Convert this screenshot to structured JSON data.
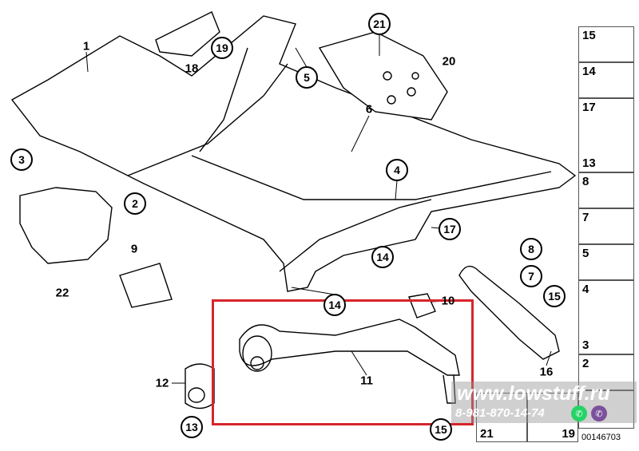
{
  "diagram_id": "00146703",
  "callouts_circled": [
    {
      "n": "21"
    },
    {
      "n": "19"
    },
    {
      "n": "5"
    },
    {
      "n": "3"
    },
    {
      "n": "2"
    },
    {
      "n": "4"
    },
    {
      "n": "17"
    },
    {
      "n": "14"
    },
    {
      "n": "8"
    },
    {
      "n": "7"
    },
    {
      "n": "15"
    },
    {
      "n": "14"
    },
    {
      "n": "13"
    },
    {
      "n": "15"
    }
  ],
  "callouts_plain": [
    {
      "n": "1"
    },
    {
      "n": "18"
    },
    {
      "n": "20"
    },
    {
      "n": "6"
    },
    {
      "n": "9"
    },
    {
      "n": "22"
    },
    {
      "n": "10"
    },
    {
      "n": "11"
    },
    {
      "n": "12"
    },
    {
      "n": "16"
    }
  ],
  "side_panel": [
    {
      "top": "15"
    },
    {
      "top": "14"
    },
    {
      "top": "17",
      "bottom": "13"
    },
    {
      "top": "8"
    },
    {
      "top": "7"
    },
    {
      "top": "5"
    },
    {
      "top": "4",
      "bottom": "3"
    },
    {
      "top": "2"
    },
    {
      "top": "21"
    },
    {
      "top": "19"
    }
  ],
  "watermark": {
    "url": "www.lowstuff.ru",
    "phone": "8-981-870-14-74",
    "whatsapp_icon": "whatsapp-icon",
    "viber_icon": "viber-icon",
    "whatsapp_color": "#25d366",
    "viber_color": "#7b519d"
  },
  "highlight_color": "#d6252b"
}
